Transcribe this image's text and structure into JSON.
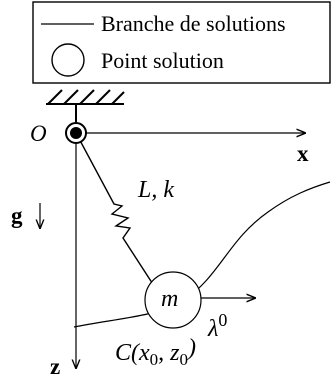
{
  "legend": {
    "branch_label": "Branche de solutions",
    "point_label": "Point solution"
  },
  "labels": {
    "origin": "O",
    "x_axis": "x",
    "z_axis": "z",
    "gravity": "g",
    "spring": "L, k",
    "mass": "m",
    "lambda": "λ",
    "lambda_sub": "0",
    "point_prefix": "C(",
    "x0_var": "x",
    "x0_sub": "0",
    "comma": ", ",
    "z0_var": "z",
    "z0_sub": "0",
    "point_suffix": ")"
  },
  "colors": {
    "ink": "#000000",
    "background": "#ffffff"
  }
}
